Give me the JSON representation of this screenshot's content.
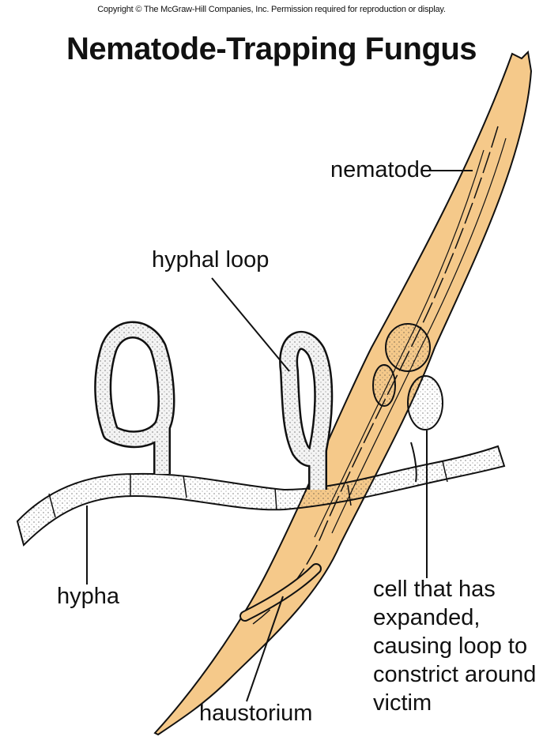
{
  "copyright": "Copyright © The McGraw-Hill Companies, Inc. Permission required for reproduction or display.",
  "title": "Nematode-Trapping Fungus",
  "labels": {
    "nematode": "nematode",
    "hyphal_loop": "hyphal loop",
    "hypha": "hypha",
    "haustorium": "haustorium",
    "cell_line1": "cell that has",
    "cell_line2": "expanded,",
    "cell_line3": "causing loop to",
    "cell_line4": "constrict around",
    "cell_line5": "victim"
  },
  "colors": {
    "nematode_fill": "#f5c98a",
    "hypha_fill": "#f4f4f4",
    "outline": "#111111"
  }
}
